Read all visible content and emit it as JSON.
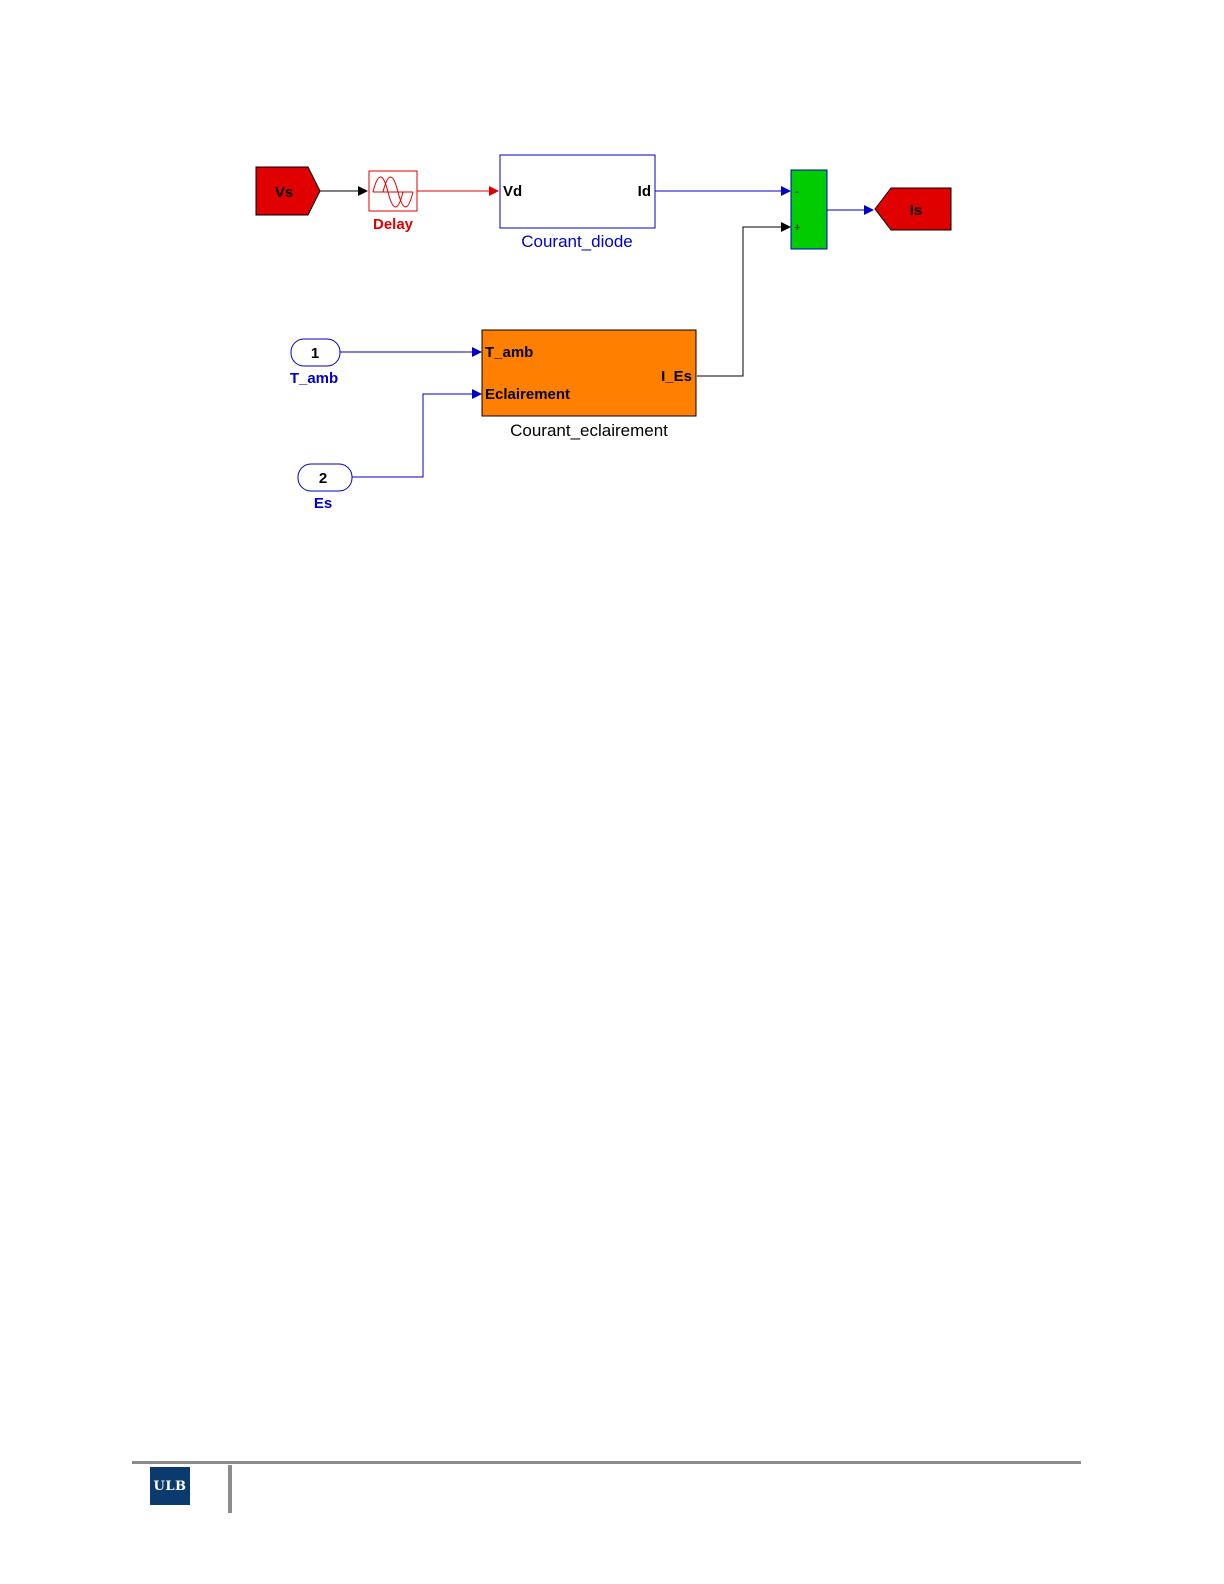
{
  "diagram": {
    "goto_vs": "Vs",
    "delay_label": "Delay",
    "courant_diode": {
      "name": "Courant_diode",
      "in_port": "Vd",
      "out_port": "Id"
    },
    "sum": {
      "sign_top": "-",
      "sign_bottom": "+"
    },
    "goto_is": "Is",
    "inport_t_amb": {
      "number": "1",
      "name": "T_amb"
    },
    "inport_es": {
      "number": "2",
      "name": "Es"
    },
    "courant_eclairement": {
      "name": "Courant_eclairement",
      "in_port_1": "T_amb",
      "in_port_2": "Eclairement",
      "out_port": "I_Es"
    },
    "colors": {
      "red_block": "#e00000",
      "signal_blue": "#0000c8",
      "orange_block": "#ff8000",
      "green_block": "#00cc00"
    }
  },
  "footer": {
    "logo_text": "ULB"
  }
}
